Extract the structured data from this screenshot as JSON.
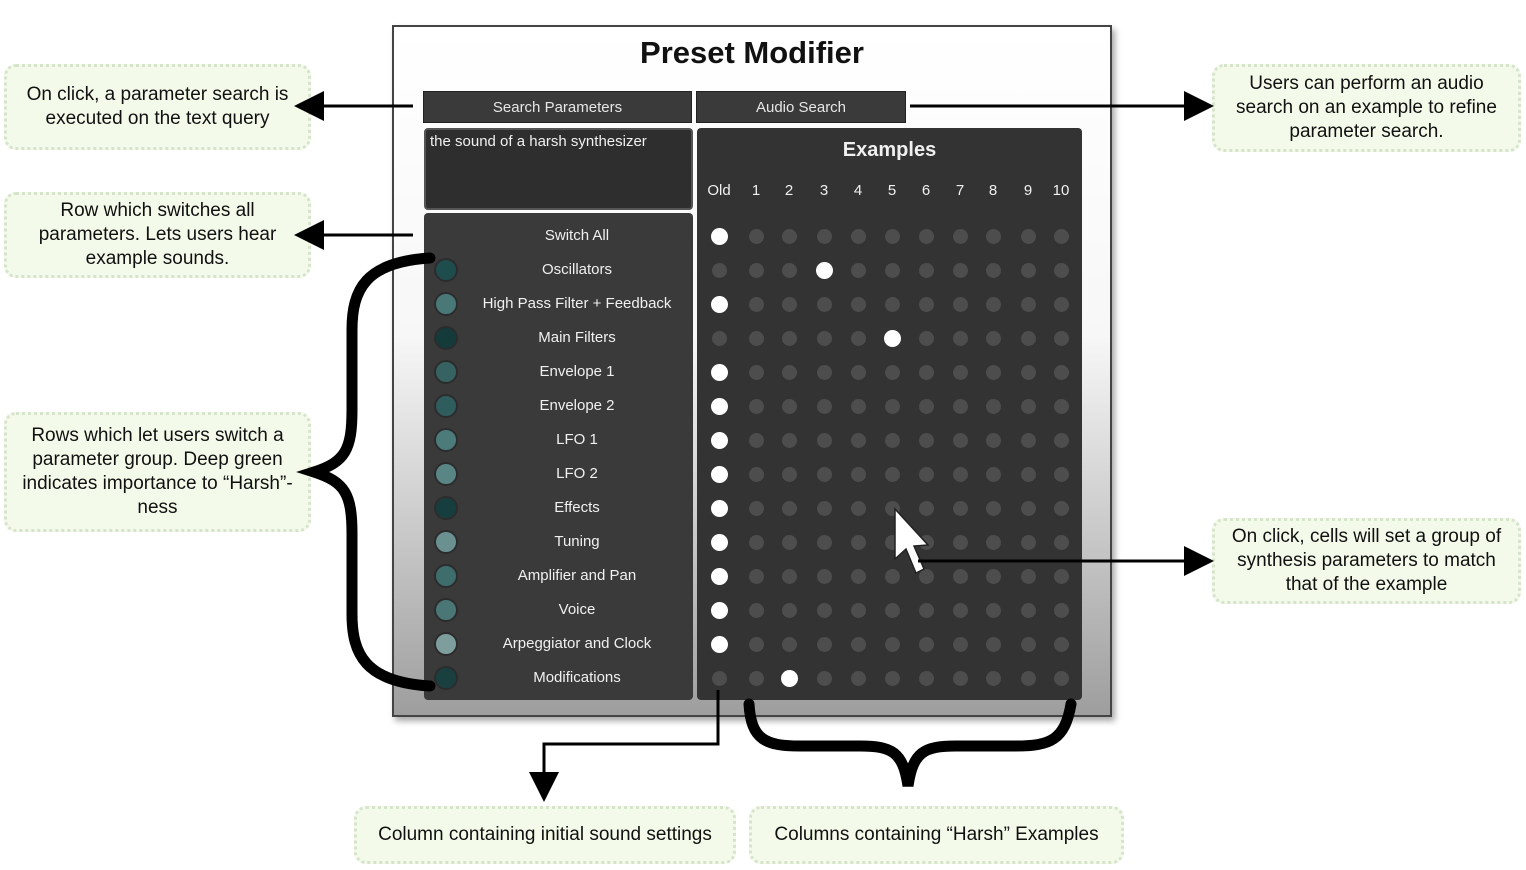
{
  "app": {
    "title": "Preset Modifier",
    "search_parameters_label": "Search Parameters",
    "audio_search_label": "Audio Search",
    "query_text": "the sound of a harsh synthesizer",
    "examples_title": "Examples",
    "columns": [
      "Old",
      "1",
      "2",
      "3",
      "4",
      "5",
      "6",
      "7",
      "8",
      "9",
      "10"
    ],
    "switch_all_label": "Switch All",
    "switch_all_selected_column": 0,
    "rows": [
      {
        "label": "Oscillators",
        "importance_color": "#1f4c4c",
        "selected_column": 3
      },
      {
        "label": "High Pass Filter + Feedback",
        "importance_color": "#4a7878",
        "selected_column": 0
      },
      {
        "label": "Main Filters",
        "importance_color": "#143a3a",
        "selected_column": 5
      },
      {
        "label": "Envelope 1",
        "importance_color": "#366262",
        "selected_column": 0
      },
      {
        "label": "Envelope 2",
        "importance_color": "#2f5c5c",
        "selected_column": 0
      },
      {
        "label": "LFO 1",
        "importance_color": "#4d7b7b",
        "selected_column": 0
      },
      {
        "label": "LFO 2",
        "importance_color": "#5a8585",
        "selected_column": 0
      },
      {
        "label": "Effects",
        "importance_color": "#173e3e",
        "selected_column": 0
      },
      {
        "label": "Tuning",
        "importance_color": "#6b9090",
        "selected_column": 0
      },
      {
        "label": "Amplifier and Pan",
        "importance_color": "#3f6d6d",
        "selected_column": 0
      },
      {
        "label": "Voice",
        "importance_color": "#4a7676",
        "selected_column": 0
      },
      {
        "label": "Arpeggiator and Clock",
        "importance_color": "#7e9d9d",
        "selected_column": 0
      },
      {
        "label": "Modifications",
        "importance_color": "#193f3f",
        "selected_column": 2
      }
    ]
  },
  "callouts": {
    "param_search": "On click, a parameter search is executed on the text query",
    "switch_all": "Row which switches all parameters. Lets users hear example sounds.",
    "rows": "Rows which let users switch a parameter group. Deep green indicates importance to “Harsh”-ness",
    "audio_search": "Users can perform an audio search on an example to refine parameter search.",
    "cells": "On click, cells will set a group of synthesis parameters to match that of the example",
    "old_column": "Column containing initial sound settings",
    "harsh_columns": "Columns containing “Harsh” Examples"
  },
  "icons": {
    "cursor": "mouse-pointer-icon"
  }
}
